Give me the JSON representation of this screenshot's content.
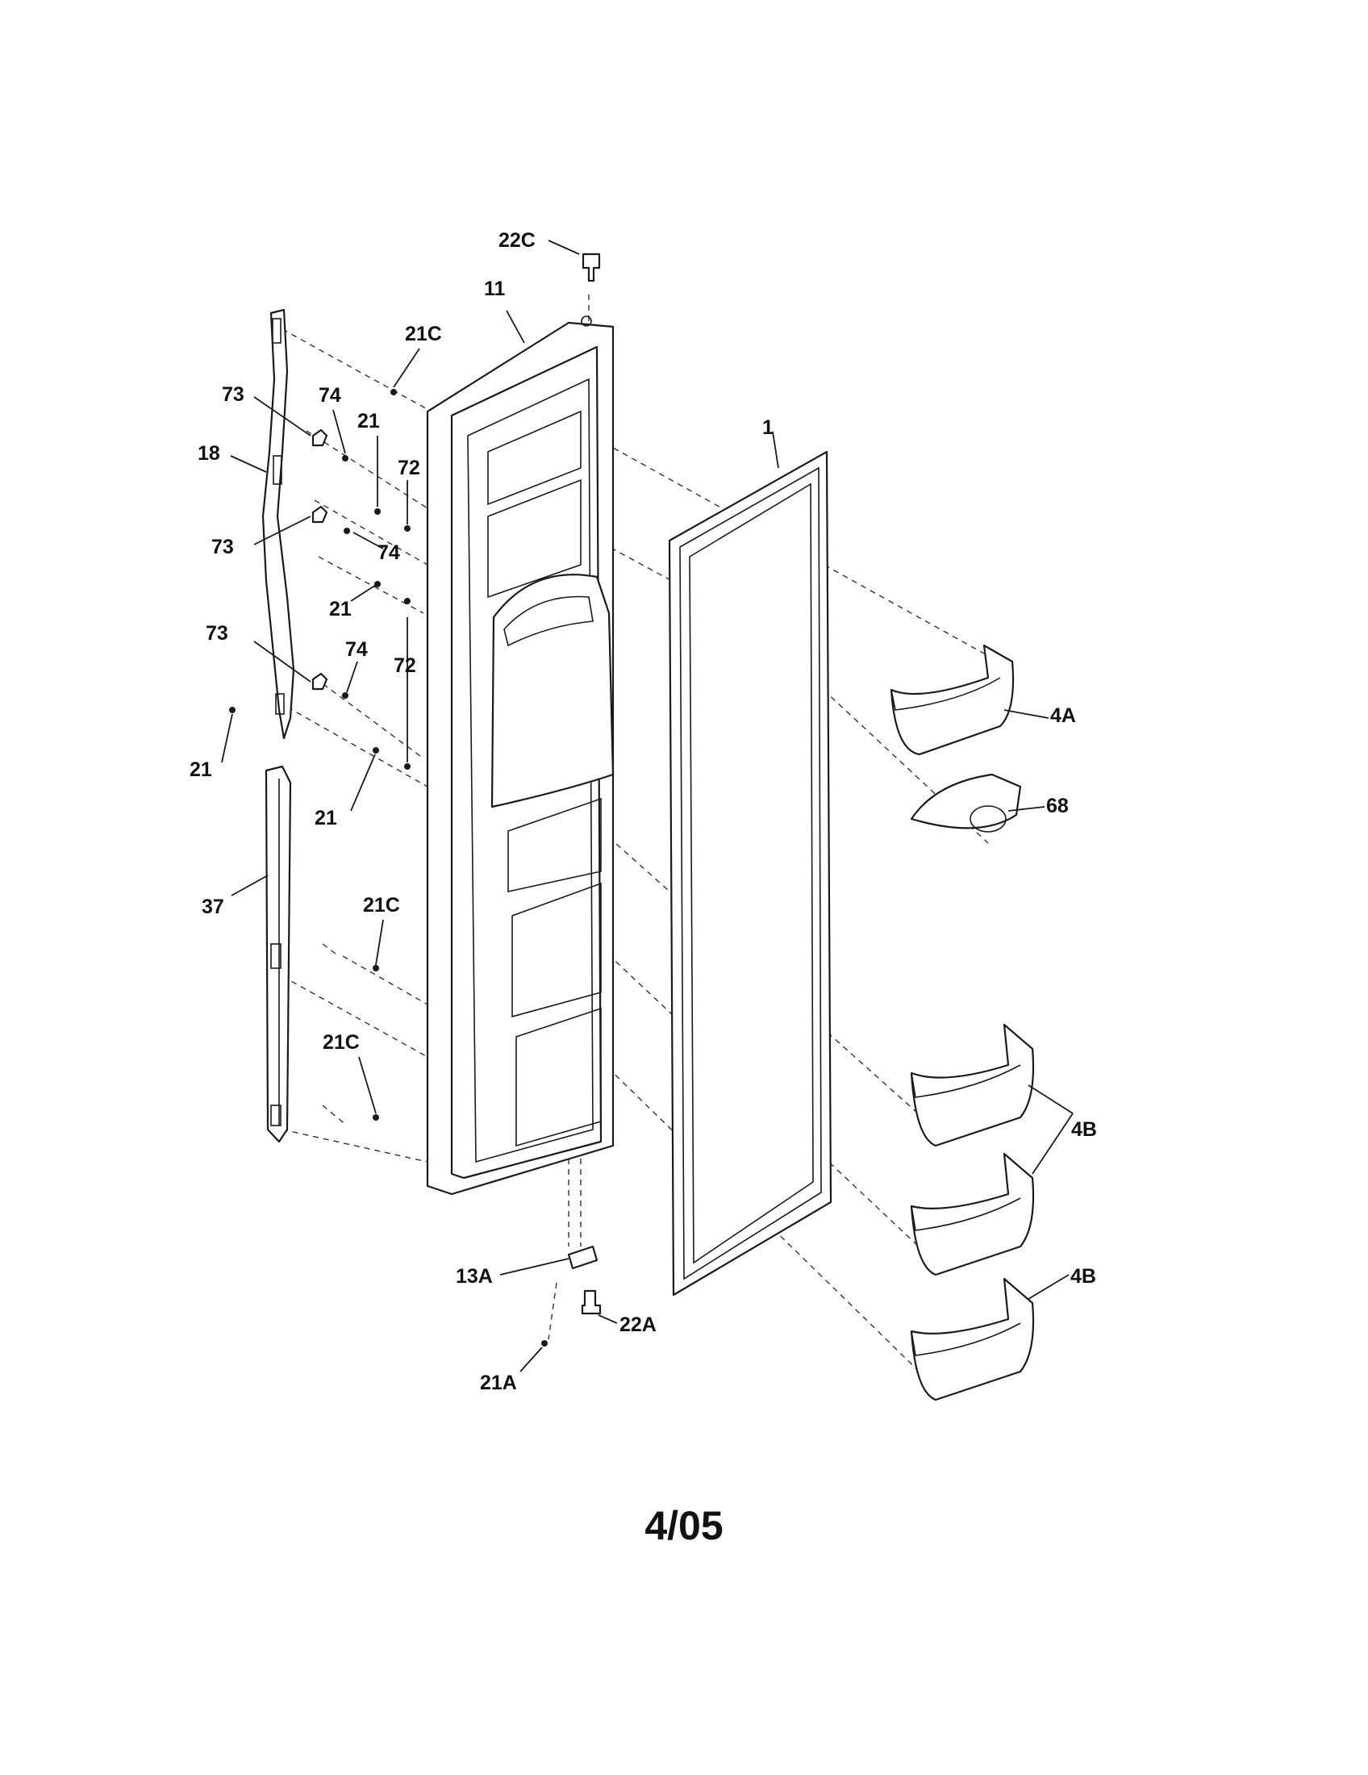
{
  "callouts": {
    "c22C": "22C",
    "c11": "11",
    "c21C_top": "21C",
    "c73_a": "73",
    "c74_a": "74",
    "c21_a": "21",
    "c72_a": "72",
    "c18": "18",
    "c1": "1",
    "c73_b": "73",
    "c74_b": "74",
    "c21_b": "21",
    "c73_c": "73",
    "c74_c": "74",
    "c72_b": "72",
    "c4A": "4A",
    "c21_c": "21",
    "c68": "68",
    "c21_d": "21",
    "c37": "37",
    "c21C_mid": "21C",
    "c4B_a": "4B",
    "c21C_low": "21C",
    "c13A": "13A",
    "c4B_b": "4B",
    "c22A": "22A",
    "c21A": "21A"
  },
  "revision": "4/05"
}
